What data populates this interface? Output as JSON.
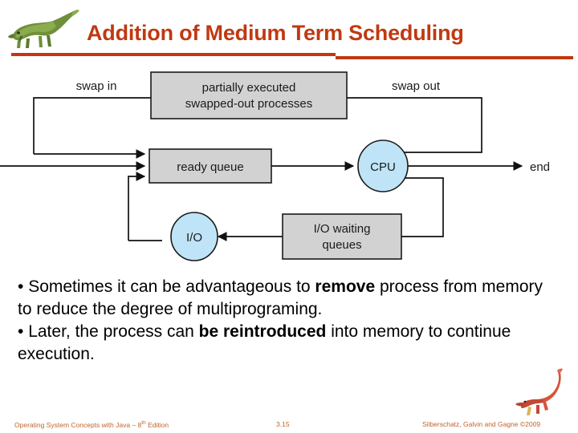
{
  "header": {
    "title": "Addition of Medium Term Scheduling",
    "logo_icon": "dinosaur-logo",
    "accent_color": "#C03912"
  },
  "diagram": {
    "name": "medium-term-scheduling-queueing-diagram",
    "labels": {
      "swap_in": "swap in",
      "swap_out": "swap out",
      "end": "end"
    },
    "nodes": [
      {
        "id": "swapped",
        "type": "box",
        "line1": "partially executed",
        "line2": "swapped-out processes",
        "fill": "#d2d2d2"
      },
      {
        "id": "ready",
        "type": "box",
        "line1": "ready queue",
        "line2": "",
        "fill": "#d2d2d2"
      },
      {
        "id": "cpu",
        "type": "oval",
        "line1": "CPU",
        "line2": "",
        "fill": "#bfe4f7"
      },
      {
        "id": "io",
        "type": "oval",
        "line1": "I/O",
        "line2": "",
        "fill": "#bfe4f7"
      },
      {
        "id": "iowait",
        "type": "box",
        "line1": "I/O waiting",
        "line2": "queues",
        "fill": "#d2d2d2"
      }
    ]
  },
  "body": {
    "bullet_glyph": "•",
    "bullets": [
      {
        "parts": [
          {
            "text": "Sometimes it can be advantageous to ",
            "bold": false
          },
          {
            "text": "remove",
            "bold": true
          },
          {
            "text": " process from memory to reduce the degree of multiprograming.",
            "bold": false
          }
        ]
      },
      {
        "parts": [
          {
            "text": "Later, the process can ",
            "bold": false
          },
          {
            "text": "be reintroduced",
            "bold": true
          },
          {
            "text": " into memory to continue execution.",
            "bold": false
          }
        ]
      }
    ]
  },
  "footer": {
    "left_main": "Operating System Concepts  with Java – 8",
    "left_sup": "th",
    "left_tail": " Edition",
    "page": "3.15",
    "right": "Silberschatz, Galvin and Gagne ©2009",
    "dino_icon": "dinosaur-footer-logo",
    "text_color": "#C0642A"
  }
}
